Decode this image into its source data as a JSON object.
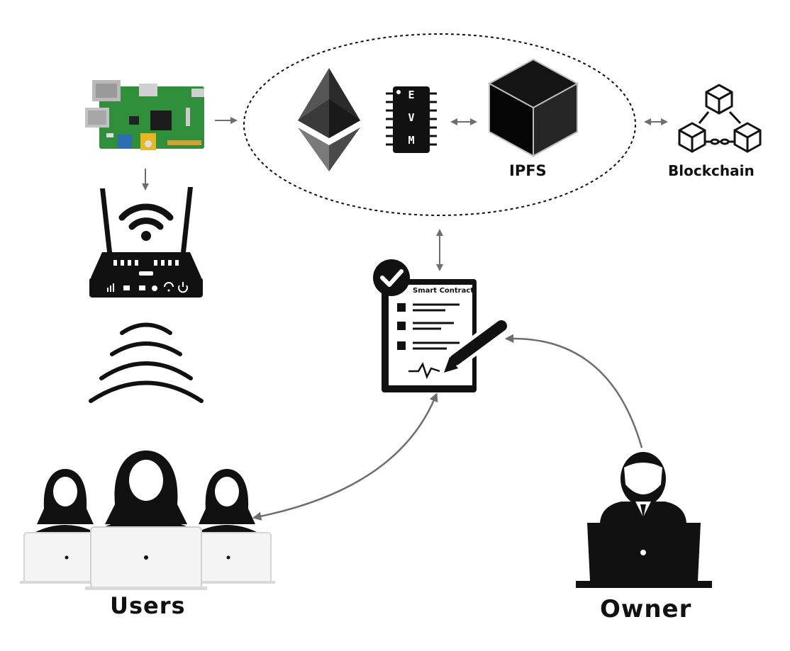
{
  "labels": {
    "ipfs": "IPFS",
    "blockchain": "Blockchain",
    "users": "Users",
    "owner": "Owner",
    "smart_contract": "Smart Contract",
    "evm_letters": [
      "E",
      "V",
      "M"
    ]
  },
  "colors": {
    "ink": "#111111",
    "arrow": "#6e6e6e",
    "pcb": "#2f8f3a",
    "ethereum_dark": "#3c3c3b",
    "ethereum_light": "#8a8a8a",
    "laptop": "#f4f4f4"
  },
  "icons": [
    "raspberry-pi-board-icon",
    "wifi-router-icon",
    "wireless-signal-icon",
    "ethereum-logo-icon",
    "evm-chip-icon",
    "ipfs-cube-icon",
    "blockchain-network-icon",
    "smart-contract-document-icon",
    "checkmark-icon",
    "pen-icon",
    "users-at-laptops-icon",
    "owner-at-laptop-icon"
  ]
}
